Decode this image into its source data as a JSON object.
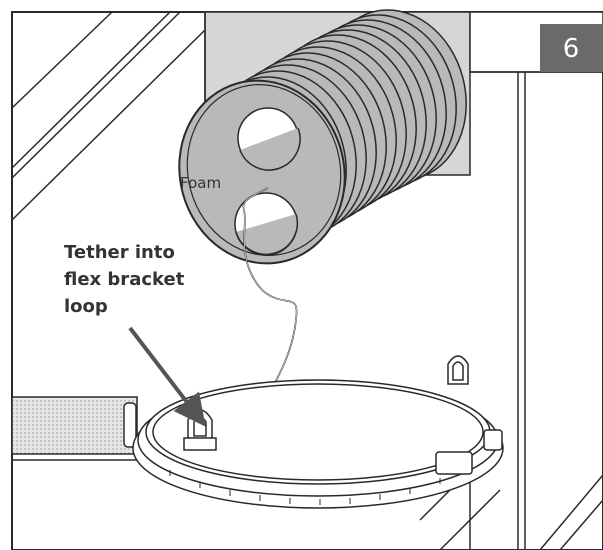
{
  "labels": {
    "foam": "Foam",
    "tether_line1": "Tether into",
    "tether_line2": "flex bracket",
    "tether_line3": "loop"
  },
  "step_badge": {
    "number": "6"
  },
  "colors": {
    "outline": "#2a2a2a",
    "duct_fill": "#b9b9bb",
    "panel_fill": "#d6d6d8",
    "badge_fill": "#6a6a6a",
    "arrow": "#555555",
    "mesh": "#cfcfcf"
  }
}
